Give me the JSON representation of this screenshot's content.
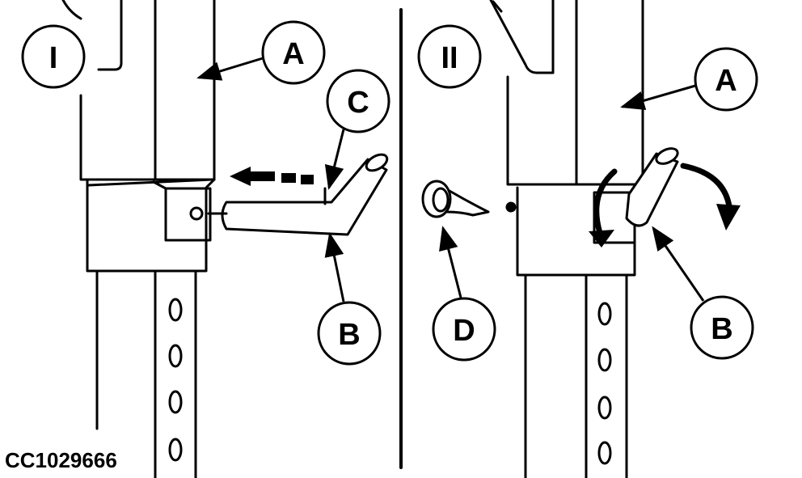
{
  "figure": {
    "panels": [
      {
        "id": "panel-i",
        "label": "I"
      },
      {
        "id": "panel-ii",
        "label": "II"
      }
    ],
    "callouts": {
      "panel_i": {
        "a": "A",
        "b": "B",
        "c": "C"
      },
      "panel_ii": {
        "a": "A",
        "b": "B",
        "d": "D"
      }
    },
    "figure_code": "CC1029666"
  }
}
